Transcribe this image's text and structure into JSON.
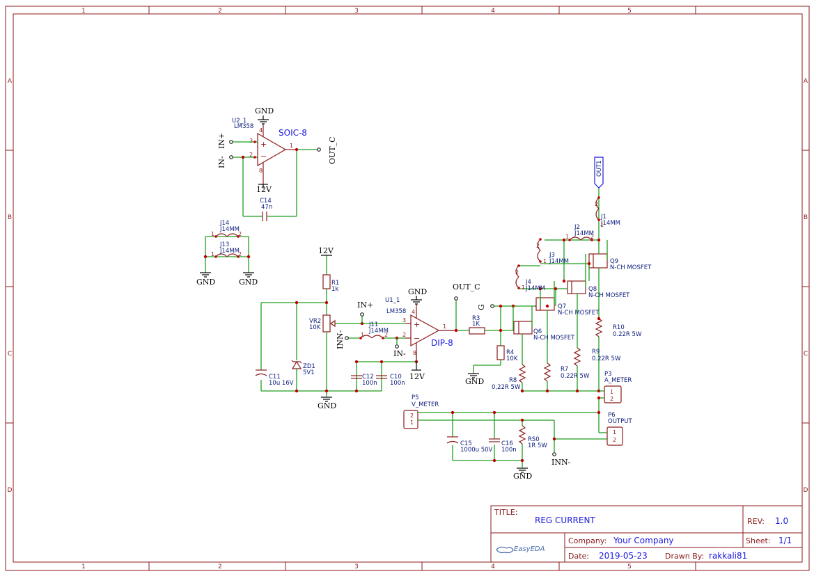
{
  "sheet": {
    "zones_x": [
      "1",
      "2",
      "3",
      "4",
      "5"
    ],
    "zones_y": [
      "A",
      "B",
      "C",
      "D"
    ]
  },
  "colors": {
    "wire": "#1e9e1e",
    "component": "#8b1a1a",
    "label": "#0a1a7a",
    "package": "#1a1ae0",
    "junction": "#c00000"
  },
  "opamp_u2": {
    "ref": "U2_1",
    "value": "LM358",
    "package": "SOIC-8",
    "pin_plus": "3",
    "pin_minus": "2",
    "pin_out": "1",
    "pin_vcc": "4",
    "pin_vee": "8"
  },
  "opamp_u1": {
    "ref": "U1_1",
    "value": "LM358",
    "package": "DIP-8",
    "pin_plus": "3",
    "pin_minus": "2",
    "pin_out": "1",
    "pin_vcc": "4",
    "pin_vee": "8"
  },
  "nets": {
    "gnd": "GND",
    "v12": "12V",
    "in_plus": "IN+",
    "in_minus": "IN-",
    "out_c": "OUT_C",
    "inn_minus": "INN-",
    "g": "G",
    "out1": "OUT1"
  },
  "components": {
    "c14": {
      "ref": "C14",
      "value": "47n"
    },
    "j14": {
      "ref": "J14",
      "value": "J14MM"
    },
    "j13": {
      "ref": "J13",
      "value": "J14MM"
    },
    "j11": {
      "ref": "J11",
      "value": "J14MM"
    },
    "r1": {
      "ref": "R1",
      "value": "1k"
    },
    "vr2": {
      "ref": "VR2",
      "value": "10K"
    },
    "zd1": {
      "ref": "ZD1",
      "value": "5V1"
    },
    "c11": {
      "ref": "C11",
      "value": "10u 16V"
    },
    "c12": {
      "ref": "C12",
      "value": "100n"
    },
    "c10": {
      "ref": "C10",
      "value": "100n"
    },
    "r3": {
      "ref": "R3",
      "value": "1K"
    },
    "r4": {
      "ref": "R4",
      "value": "10K"
    },
    "r8": {
      "ref": "R8",
      "value": "0,22R 5W"
    },
    "r7": {
      "ref": "R7",
      "value": "0.22R 5W"
    },
    "r9": {
      "ref": "R9",
      "value": "0.22R 5W"
    },
    "r10": {
      "ref": "R10",
      "value": "0.22R 5W"
    },
    "q6": {
      "ref": "Q6",
      "value": "N-CH MOSFET"
    },
    "q7": {
      "ref": "Q7",
      "value": "N-CH MOSFET"
    },
    "q8": {
      "ref": "Q8",
      "value": "N-CH MOSFET"
    },
    "q9": {
      "ref": "Q9",
      "value": "N-CH MOSFET"
    },
    "j1": {
      "ref": "J1",
      "value": "J14MM"
    },
    "j2": {
      "ref": "J2",
      "value": "J14MM"
    },
    "j3": {
      "ref": "J3",
      "value": "J14MM"
    },
    "j4": {
      "ref": "J4",
      "value": "J14MM"
    },
    "p3": {
      "ref": "P3",
      "value": "A_METER"
    },
    "p5": {
      "ref": "P5",
      "value": "V_METER"
    },
    "p6": {
      "ref": "P6",
      "value": "OUTPUT"
    },
    "c15": {
      "ref": "C15",
      "value": "1000u 50V"
    },
    "c16": {
      "ref": "C16",
      "value": "100n"
    },
    "rs0": {
      "ref": "RS0",
      "value": "1R 5W"
    }
  },
  "pin_labels": {
    "one": "1",
    "two": "2"
  },
  "title_block": {
    "title_label": "TITLE:",
    "title": "REG CURRENT",
    "rev_label": "REV:",
    "rev": "1.0",
    "company_label": "Company:",
    "company": "Your Company",
    "sheet_label": "Sheet:",
    "sheet": "1/1",
    "date_label": "Date:",
    "date": "2019-05-23",
    "drawn_label": "Drawn By:",
    "drawn_by": "rakkali81",
    "logo_text": "EasyEDA"
  }
}
